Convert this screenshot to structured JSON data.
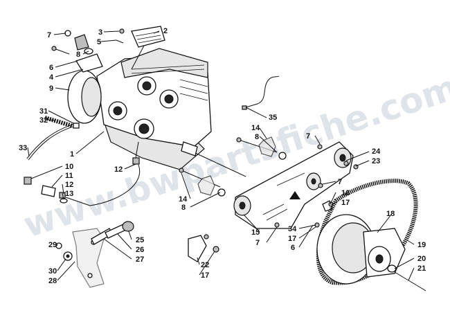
{
  "watermark": {
    "text": "www.bwpartsfiche.com"
  },
  "callouts": [
    {
      "id": "c1",
      "text": "1"
    },
    {
      "id": "c2",
      "text": "2"
    },
    {
      "id": "c3",
      "text": "3"
    },
    {
      "id": "c4",
      "text": "4"
    },
    {
      "id": "c5",
      "text": "5"
    },
    {
      "id": "c6a",
      "text": "6"
    },
    {
      "id": "c6b",
      "text": "6"
    },
    {
      "id": "c7a",
      "text": "7"
    },
    {
      "id": "c7b",
      "text": "7"
    },
    {
      "id": "c7c",
      "text": "7"
    },
    {
      "id": "c7d",
      "text": "7"
    },
    {
      "id": "c8a",
      "text": "8"
    },
    {
      "id": "c8b",
      "text": "8"
    },
    {
      "id": "c8c",
      "text": "8"
    },
    {
      "id": "c9",
      "text": "9"
    },
    {
      "id": "c10",
      "text": "10"
    },
    {
      "id": "c11",
      "text": "11"
    },
    {
      "id": "c12a",
      "text": "12"
    },
    {
      "id": "c12b",
      "text": "12"
    },
    {
      "id": "c13",
      "text": "13"
    },
    {
      "id": "c14a",
      "text": "14"
    },
    {
      "id": "c14b",
      "text": "14"
    },
    {
      "id": "c15",
      "text": "15"
    },
    {
      "id": "c16",
      "text": "16"
    },
    {
      "id": "c17a",
      "text": "17"
    },
    {
      "id": "c17b",
      "text": "17"
    },
    {
      "id": "c17c",
      "text": "17"
    },
    {
      "id": "c18",
      "text": "18"
    },
    {
      "id": "c19",
      "text": "19"
    },
    {
      "id": "c20",
      "text": "20"
    },
    {
      "id": "c21",
      "text": "21"
    },
    {
      "id": "c22",
      "text": "22"
    },
    {
      "id": "c23",
      "text": "23"
    },
    {
      "id": "c24",
      "text": "24"
    },
    {
      "id": "c25",
      "text": "25"
    },
    {
      "id": "c26",
      "text": "26"
    },
    {
      "id": "c27",
      "text": "27"
    },
    {
      "id": "c28",
      "text": "28"
    },
    {
      "id": "c29",
      "text": "29"
    },
    {
      "id": "c30",
      "text": "30"
    },
    {
      "id": "c31",
      "text": "31"
    },
    {
      "id": "c32",
      "text": "32"
    },
    {
      "id": "c33",
      "text": "33"
    },
    {
      "id": "c34",
      "text": "34"
    },
    {
      "id": "c35",
      "text": "35"
    }
  ]
}
